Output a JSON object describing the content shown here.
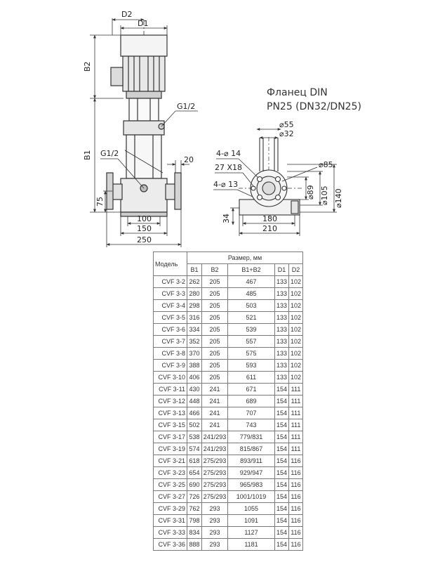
{
  "drawing": {
    "labels": {
      "d2": "D2",
      "d1": "D1",
      "b2": "B2",
      "b1": "B1",
      "g_top": "G1/2",
      "g_bottom": "G1/2",
      "dim_20": "20",
      "dim_75": "75",
      "dim_100": "100",
      "dim_150": "150",
      "dim_250": "250"
    },
    "flange": {
      "title_line1": "Фланец DIN",
      "title_line2": "PN25 (DN32/DN25)",
      "dim_55": "⌀55",
      "dim_32": "⌀32",
      "dim_4_14": "4-⌀ 14",
      "dim_27x18": "27 X18",
      "dim_4_13": "4-⌀ 13",
      "dim_85": "⌀85",
      "dim_89": "⌀89",
      "dim_105": "⌀105",
      "dim_140": "⌀140",
      "dim_34": "34",
      "dim_180": "180",
      "dim_210": "210"
    }
  },
  "table": {
    "header": {
      "model": "Модель",
      "group": "Размер, мм",
      "b1": "B1",
      "b2": "B2",
      "b1b2": "B1+B2",
      "d1": "D1",
      "d2": "D2"
    },
    "rows": [
      {
        "model": "CVF 3-2",
        "b1": "262",
        "b2": "205",
        "b1b2": "467",
        "d1": "133",
        "d2": "102"
      },
      {
        "model": "CVF 3-3",
        "b1": "280",
        "b2": "205",
        "b1b2": "485",
        "d1": "133",
        "d2": "102"
      },
      {
        "model": "CVF 3-4",
        "b1": "298",
        "b2": "205",
        "b1b2": "503",
        "d1": "133",
        "d2": "102"
      },
      {
        "model": "CVF 3-5",
        "b1": "316",
        "b2": "205",
        "b1b2": "521",
        "d1": "133",
        "d2": "102"
      },
      {
        "model": "CVF 3-6",
        "b1": "334",
        "b2": "205",
        "b1b2": "539",
        "d1": "133",
        "d2": "102"
      },
      {
        "model": "CVF 3-7",
        "b1": "352",
        "b2": "205",
        "b1b2": "557",
        "d1": "133",
        "d2": "102"
      },
      {
        "model": "CVF 3-8",
        "b1": "370",
        "b2": "205",
        "b1b2": "575",
        "d1": "133",
        "d2": "102"
      },
      {
        "model": "CVF 3-9",
        "b1": "388",
        "b2": "205",
        "b1b2": "593",
        "d1": "133",
        "d2": "102"
      },
      {
        "model": "CVF 3-10",
        "b1": "406",
        "b2": "205",
        "b1b2": "611",
        "d1": "133",
        "d2": "102"
      },
      {
        "model": "CVF 3-11",
        "b1": "430",
        "b2": "241",
        "b1b2": "671",
        "d1": "154",
        "d2": "111"
      },
      {
        "model": "CVF 3-12",
        "b1": "448",
        "b2": "241",
        "b1b2": "689",
        "d1": "154",
        "d2": "111"
      },
      {
        "model": "CVF 3-13",
        "b1": "466",
        "b2": "241",
        "b1b2": "707",
        "d1": "154",
        "d2": "111"
      },
      {
        "model": "CVF 3-15",
        "b1": "502",
        "b2": "241",
        "b1b2": "743",
        "d1": "154",
        "d2": "111"
      },
      {
        "model": "CVF 3-17",
        "b1": "538",
        "b2": "241/293",
        "b1b2": "779/831",
        "d1": "154",
        "d2": "111"
      },
      {
        "model": "CVF 3-19",
        "b1": "574",
        "b2": "241/293",
        "b1b2": "815/867",
        "d1": "154",
        "d2": "111"
      },
      {
        "model": "CVF 3-21",
        "b1": "618",
        "b2": "275/293",
        "b1b2": "893/911",
        "d1": "154",
        "d2": "116"
      },
      {
        "model": "CVF 3-23",
        "b1": "654",
        "b2": "275/293",
        "b1b2": "929/947",
        "d1": "154",
        "d2": "116"
      },
      {
        "model": "CVF 3-25",
        "b1": "690",
        "b2": "275/293",
        "b1b2": "965/983",
        "d1": "154",
        "d2": "116"
      },
      {
        "model": "CVF 3-27",
        "b1": "726",
        "b2": "275/293",
        "b1b2": "1001/1019",
        "d1": "154",
        "d2": "116"
      },
      {
        "model": "CVF 3-29",
        "b1": "762",
        "b2": "293",
        "b1b2": "1055",
        "d1": "154",
        "d2": "116"
      },
      {
        "model": "CVF 3-31",
        "b1": "798",
        "b2": "293",
        "b1b2": "1091",
        "d1": "154",
        "d2": "116"
      },
      {
        "model": "CVF 3-33",
        "b1": "834",
        "b2": "293",
        "b1b2": "1127",
        "d1": "154",
        "d2": "116"
      },
      {
        "model": "CVF 3-36",
        "b1": "888",
        "b2": "293",
        "b1b2": "1181",
        "d1": "154",
        "d2": "116"
      }
    ]
  }
}
